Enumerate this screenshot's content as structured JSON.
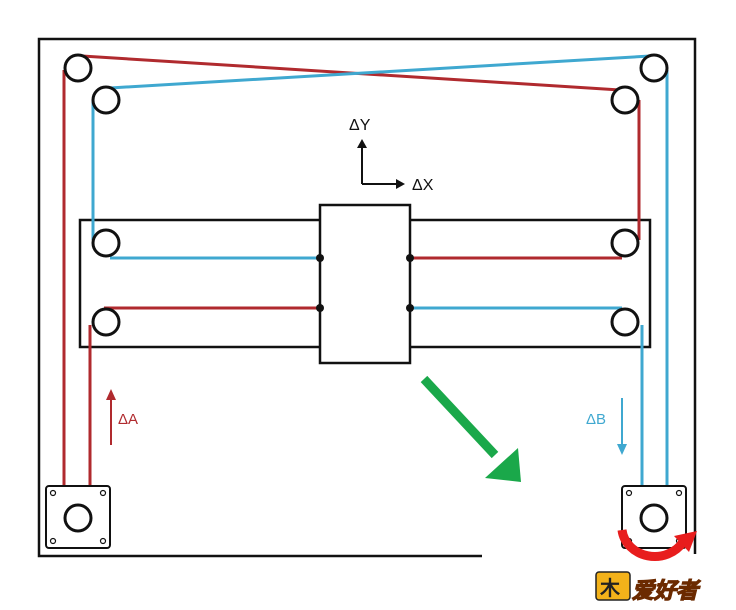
{
  "labels": {
    "delta_y": "ΔY",
    "delta_x": "ΔX",
    "delta_a": "ΔA",
    "delta_b": "ΔB",
    "watermark": "爱好者"
  },
  "colors": {
    "belt_a": "#b02a2e",
    "belt_b": "#3fa8d0",
    "frame": "#111111",
    "green_arrow": "#1aa84a",
    "rotation_arrow": "#e81d1d",
    "background": "#ffffff"
  },
  "icons": {
    "motion_arrow": "green-diagonal-arrow-icon",
    "rotation": "clockwise-rotation-arrow-icon"
  }
}
